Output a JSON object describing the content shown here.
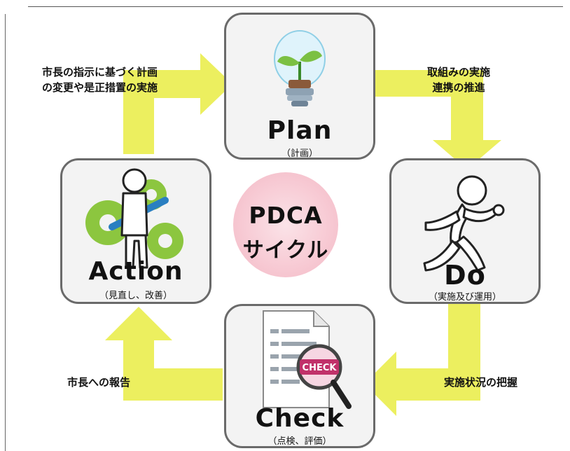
{
  "center": {
    "line1": "PDCA",
    "line2": "サイクル"
  },
  "stages": {
    "plan": {
      "title": "Plan",
      "sub": "（計画）"
    },
    "do": {
      "title": "Do",
      "sub": "（実施及び運用）"
    },
    "check": {
      "title": "Check",
      "sub": "（点検、評価）",
      "badge": "CHECK"
    },
    "action": {
      "title": "Action",
      "sub": "（見直し、改善）"
    }
  },
  "arrows": {
    "plan_to_do": {
      "line1": "取組みの実施",
      "line2": "連携の推進"
    },
    "do_to_check": {
      "text": "実施状況の把握"
    },
    "check_to_action": {
      "text": "市長への報告"
    },
    "action_to_plan": {
      "line1": "市長の指示に基づく計画",
      "line2": "の変更や是正措置の実施"
    }
  },
  "colors": {
    "arrow": "#ecef5f",
    "card_bg": "#f3f3f3",
    "card_border": "#6a6a6a",
    "circle": "#f7c9d3",
    "gear": "#8cc63f",
    "magnifier": "#c1316a"
  }
}
